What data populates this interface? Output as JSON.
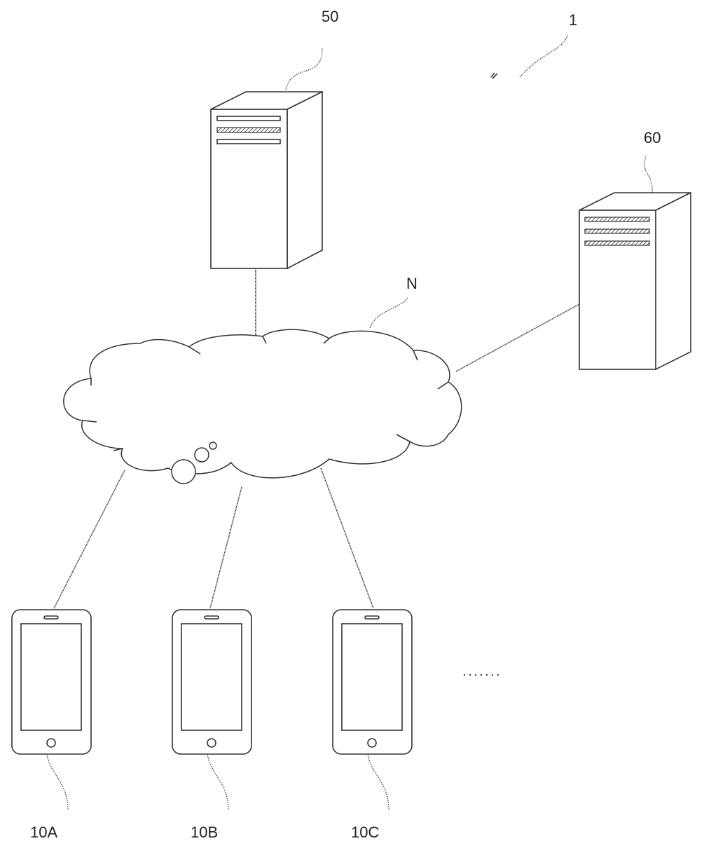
{
  "figure": {
    "system_label": "1",
    "network_label": "N",
    "servers": [
      {
        "id": "server-50",
        "label": "50"
      },
      {
        "id": "server-60",
        "label": "60"
      }
    ],
    "terminals": [
      {
        "id": "terminal-10a",
        "label": "10A"
      },
      {
        "id": "terminal-10b",
        "label": "10B"
      },
      {
        "id": "terminal-10c",
        "label": "10C"
      }
    ],
    "continuation": "·······"
  }
}
